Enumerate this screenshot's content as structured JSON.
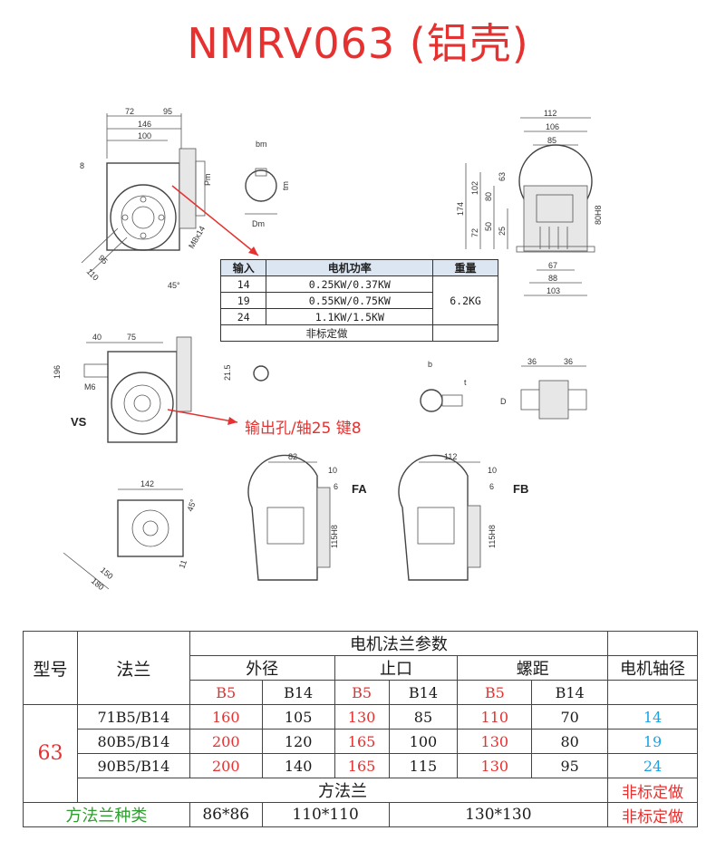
{
  "title": "NMRV063 (铝壳)",
  "drawing_labels": {
    "vs": "VS",
    "fa": "FA",
    "fb": "FB",
    "dims_top_left": [
      "72",
      "95",
      "146",
      "100",
      "8",
      "Pm",
      "95",
      "110",
      "45°",
      "M8x14"
    ],
    "dims_shaft": [
      "bm",
      "tm",
      "Dm"
    ],
    "dims_right": [
      "112",
      "106",
      "85",
      "174",
      "102",
      "80",
      "63",
      "72",
      "50",
      "25",
      "80H8",
      "67",
      "88",
      "103"
    ],
    "dims_vs": [
      "40",
      "75",
      "196",
      "M6",
      "21.5",
      "b",
      "t",
      "D",
      "36",
      "36"
    ],
    "dims_bottom": [
      "142",
      "45°",
      "150",
      "180",
      "11",
      "82",
      "10",
      "6",
      "115H8",
      "112",
      "10",
      "6",
      "115H8"
    ]
  },
  "spec_table": {
    "headers": [
      "输入",
      "电机功率",
      "重量"
    ],
    "rows": [
      {
        "ratio": "14",
        "power": "0.25KW/0.37KW"
      },
      {
        "ratio": "19",
        "power": "0.55KW/0.75KW"
      },
      {
        "ratio": "24",
        "power": "1.1KW/1.5KW"
      }
    ],
    "weight": "6.2KG",
    "custom": "非标定做"
  },
  "output_note": "输出孔/轴25 键8",
  "main_table": {
    "col_model": "型号",
    "col_flange": "法兰",
    "group_title": "电机法兰参数",
    "outer": "外径",
    "spigot": "止口",
    "pitch": "螺距",
    "shaft": "电机轴径",
    "sub": [
      "B5",
      "B14",
      "B5",
      "B14",
      "B5",
      "B14"
    ],
    "model": "63",
    "rows": [
      {
        "flange": "71B5/B14",
        "vals": [
          "160",
          "105",
          "130",
          "85",
          "110",
          "70"
        ],
        "shaft": "14"
      },
      {
        "flange": "80B5/B14",
        "vals": [
          "200",
          "120",
          "165",
          "100",
          "130",
          "80"
        ],
        "shaft": "19"
      },
      {
        "flange": "90B5/B14",
        "vals": [
          "200",
          "140",
          "165",
          "115",
          "130",
          "95"
        ],
        "shaft": "24"
      }
    ],
    "square_title": "方法兰",
    "square_custom": "非标定做",
    "square_label": "方法兰种类",
    "square_sizes": [
      "86*86",
      "110*110",
      "130*130"
    ],
    "square_custom2": "非标定做"
  }
}
